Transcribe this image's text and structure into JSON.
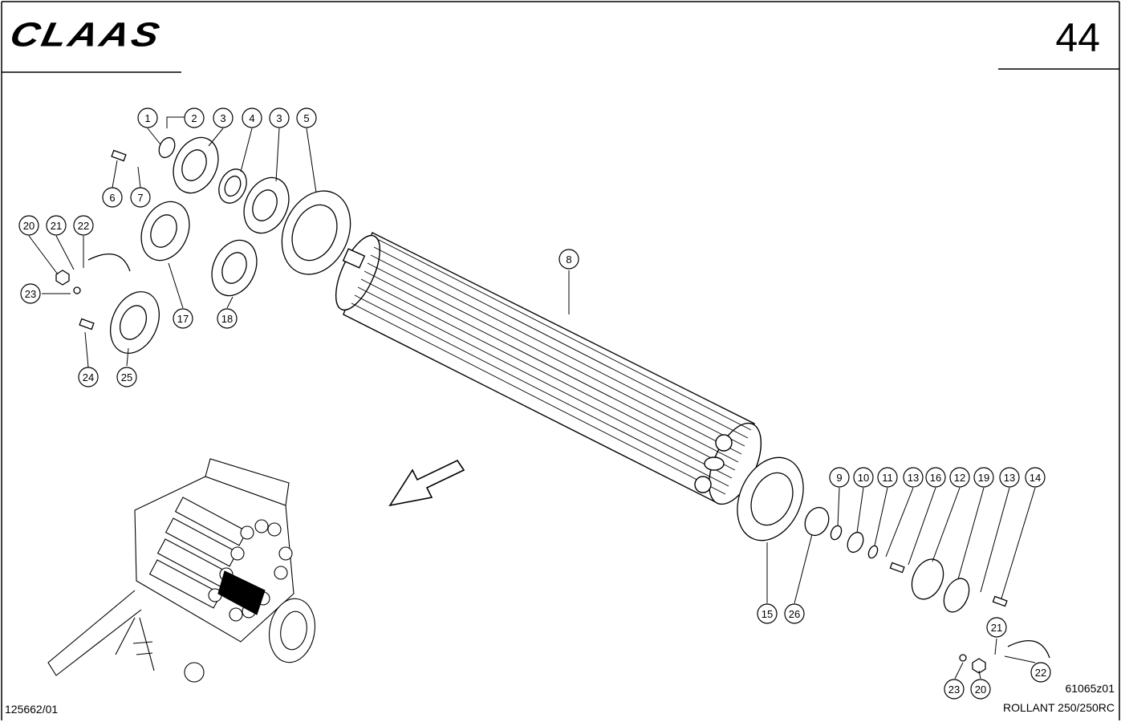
{
  "header": {
    "brand": "CLAAS",
    "page_number": "44"
  },
  "footer": {
    "doc_number": "125662/01",
    "drawing_code": "61065z01",
    "model": "ROLLANT 250/250RC"
  },
  "callouts": [
    "1",
    "2",
    "3",
    "4",
    "3",
    "5",
    "6",
    "7",
    "20",
    "21",
    "22",
    "23",
    "24",
    "25",
    "17",
    "18",
    "8",
    "9",
    "10",
    "11",
    "13",
    "16",
    "12",
    "19",
    "13",
    "14",
    "15",
    "26",
    "21",
    "22",
    "23",
    "20"
  ]
}
